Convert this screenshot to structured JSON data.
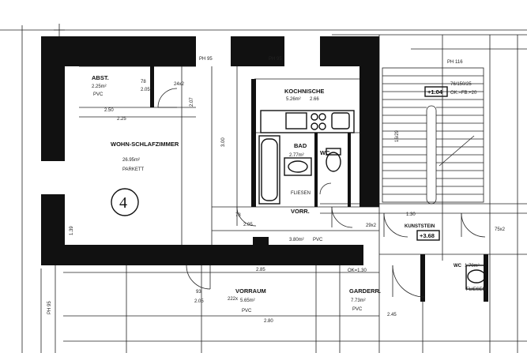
{
  "rooms": {
    "abst": {
      "name": "ABST.",
      "area": "2.25m²",
      "floor": "PVC"
    },
    "kochnische": {
      "name": "KOCHNISCHE",
      "area": "5.26m²",
      "height": "2.66"
    },
    "wohn": {
      "name": "WOHN-SCHLAFZIMMER",
      "area": "26.95m²",
      "floor": "PARKETT",
      "number": "4"
    },
    "bad": {
      "name": "BAD",
      "area": "2.77m²",
      "floor": "FLIESEN"
    },
    "wc": {
      "name": "WC"
    },
    "vorr": {
      "name": "VORR.",
      "area": "3.80m²",
      "floor": "PVC"
    },
    "kunststein": {
      "name": "KUNSTSTEIN",
      "level": "+3.68"
    },
    "vorraum": {
      "name": "VORRAUM",
      "area": "5.65m²",
      "floor": "PVC"
    },
    "garderr": {
      "name": "GARDERR.",
      "area": "7.73m²",
      "floor": "PVC"
    },
    "wc2": {
      "name": "WC",
      "area": "1.70m²",
      "floor": "FLIESEN"
    }
  },
  "stair": {
    "level": "+1.04",
    "note": "OK.=FB.+20",
    "code": "76/150/25",
    "label": "PH 116",
    "steps": "16/29"
  },
  "dims": {
    "ph95_top": "PH 95",
    "d250": "2.50",
    "d225": "2.25",
    "d207": "2.07",
    "d139": "1.39",
    "d300": "3.00",
    "d285": "2.85",
    "d280": "2.80",
    "d130": "1.30",
    "d205": "2.05",
    "d78": "78",
    "d93": "93",
    "d24x2": "24x2",
    "d29x2": "29x2",
    "d75x2": "75x2",
    "d222x": "222x",
    "d93b": "93",
    "d205b": "2.05",
    "d78b": "78",
    "d205c": "2.05",
    "d245": "2.45",
    "ph95_left": "PH 95",
    "ok130": "OK=1.30",
    "ph95_mid": "PH 95"
  }
}
